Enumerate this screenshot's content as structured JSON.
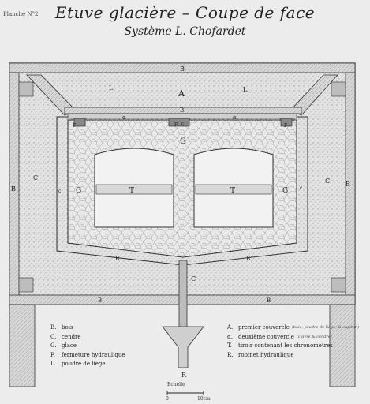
{
  "header": {
    "plate": "Planche N°2",
    "title": "Etuve glacière – Coupe de face",
    "subtitle": "Système L. Chofardet"
  },
  "labels": {
    "B": "B",
    "L": "L",
    "A": "A",
    "alpha": "α",
    "G": "G",
    "C": "C",
    "T": "T",
    "F": "F",
    "c": "c",
    "R": "R"
  },
  "legend_left": [
    {
      "key": "B.",
      "text": "bois"
    },
    {
      "key": "C.",
      "text": "cendre"
    },
    {
      "key": "G.",
      "text": "glace"
    },
    {
      "key": "F.",
      "text": "fermeture hydraulique"
    },
    {
      "key": "L.",
      "text": "poudre de liège"
    }
  ],
  "legend_right": [
    {
      "key": "A.",
      "text": "premier couvercle",
      "note": "(bois, poudre de liège, & capiton)"
    },
    {
      "key": "α.",
      "text": "deuxième couvercle",
      "note": "(cuivre & cendre)"
    },
    {
      "key": "T.",
      "text": "tiroir contenant les chronomètres",
      "note": ""
    },
    {
      "key": "R.",
      "text": "robinet hydraulique",
      "note": ""
    }
  ],
  "scale": {
    "label": "Echelle",
    "start": "0",
    "end": "10cm"
  },
  "colors": {
    "paper": "#ececec",
    "ink": "#222222",
    "wood": "#cfcfcf",
    "cork": "#dcdcdc",
    "ice": "#e6e6e6"
  }
}
